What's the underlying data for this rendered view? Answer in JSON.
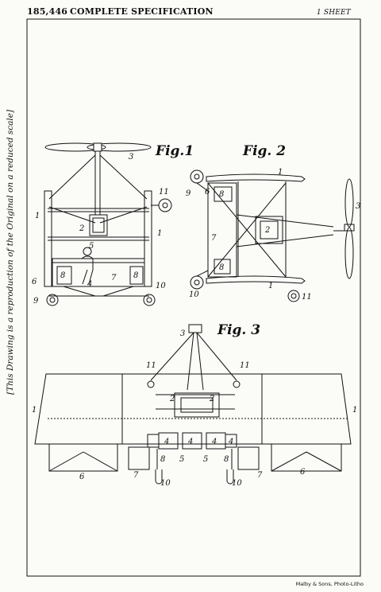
{
  "header": {
    "number": "185,446",
    "title": "COMPLETE SPECIFICATION",
    "sheet": "1 SHEET"
  },
  "side_note": "[This Drawing is a reproduction of the Original on a reduced scale]",
  "printer": "Malby & Sons, Photo-Litho",
  "figures": {
    "fig1": "Fig.1",
    "fig2": "Fig. 2",
    "fig3": "Fig. 3"
  },
  "references": {
    "fig1": [
      "1",
      "1",
      "2",
      "3",
      "4",
      "5",
      "6",
      "7",
      "8",
      "8",
      "9",
      "10",
      "11"
    ],
    "fig2": [
      "1",
      "1",
      "2",
      "3",
      "6",
      "7",
      "8",
      "8",
      "9",
      "10",
      "11"
    ],
    "fig3": [
      "1",
      "1",
      "2",
      "2",
      "3",
      "4",
      "4",
      "4",
      "4",
      "5",
      "5",
      "6",
      "6",
      "7",
      "7",
      "8",
      "8",
      "10",
      "10",
      "11",
      "11"
    ]
  }
}
